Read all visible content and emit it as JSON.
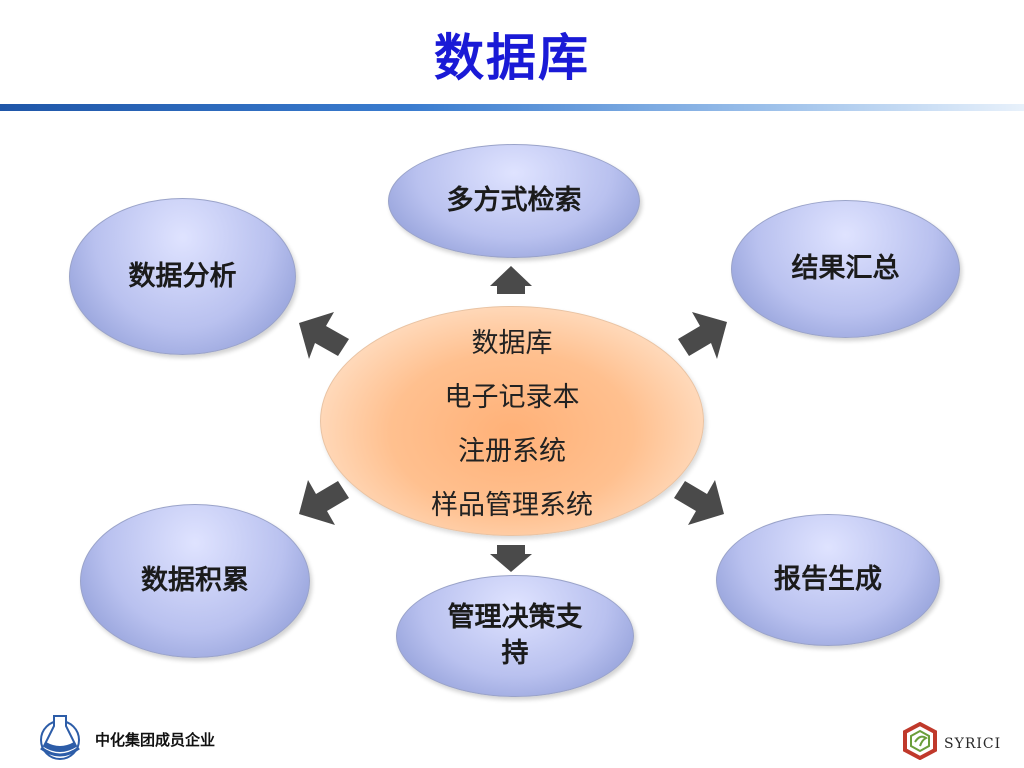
{
  "title": "数据库",
  "center": {
    "lines": [
      "数据库",
      "电子记录本",
      "注册系统",
      "样品管理系统"
    ]
  },
  "nodes": {
    "search": "多方式检索",
    "summary": "结果汇总",
    "report": "报告生成",
    "decision": "管理决策支持",
    "accumulate": "数据积累",
    "analysis": "数据分析"
  },
  "footer": {
    "company": "中化集团成员企业",
    "brand": "SYRICI"
  },
  "colors": {
    "title": "#1a1ad6",
    "accent_bar": "#1f56a8",
    "arrow": "#4a4a4a"
  }
}
